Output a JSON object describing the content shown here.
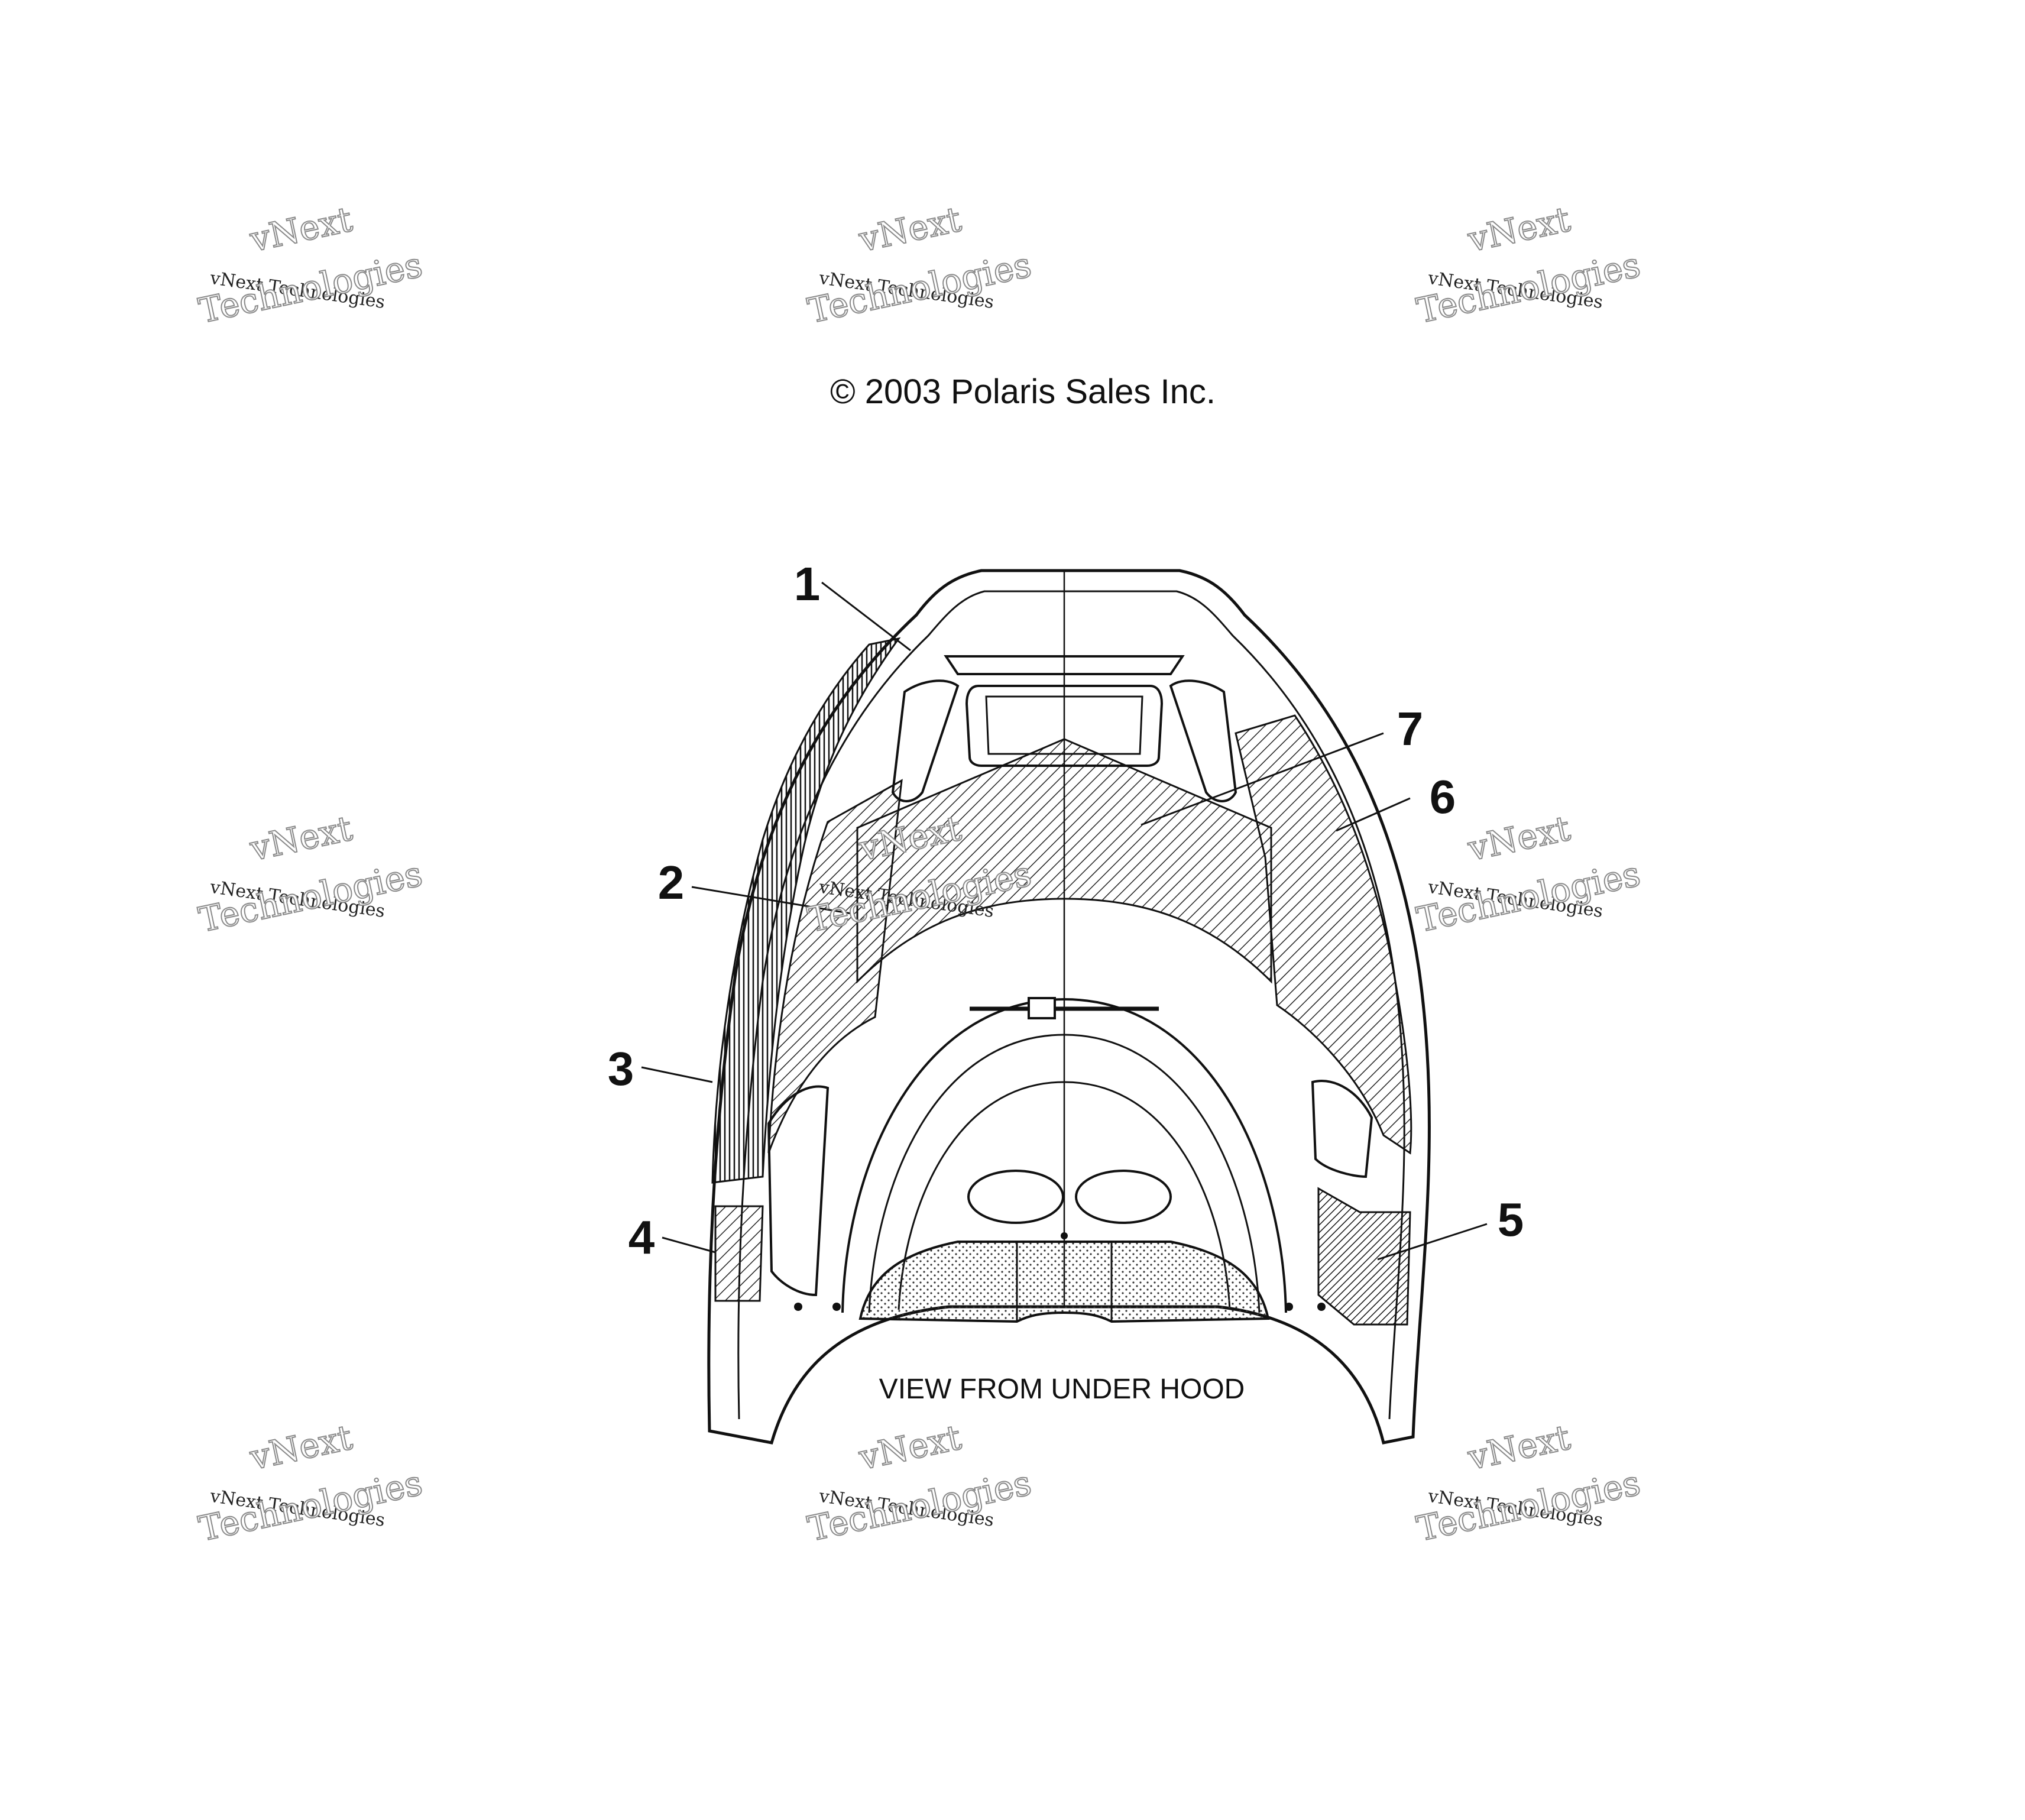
{
  "copyright": "© 2003 Polaris Sales Inc.",
  "caption": "VIEW FROM UNDER HOOD",
  "callouts": [
    {
      "label": "1"
    },
    {
      "label": "2"
    },
    {
      "label": "3"
    },
    {
      "label": "4"
    },
    {
      "label": "5"
    },
    {
      "label": "6"
    },
    {
      "label": "7"
    }
  ],
  "watermark": {
    "line_small": "vNext Technologies",
    "line_big_1": "vNext",
    "line_big_2": "Technologies"
  }
}
